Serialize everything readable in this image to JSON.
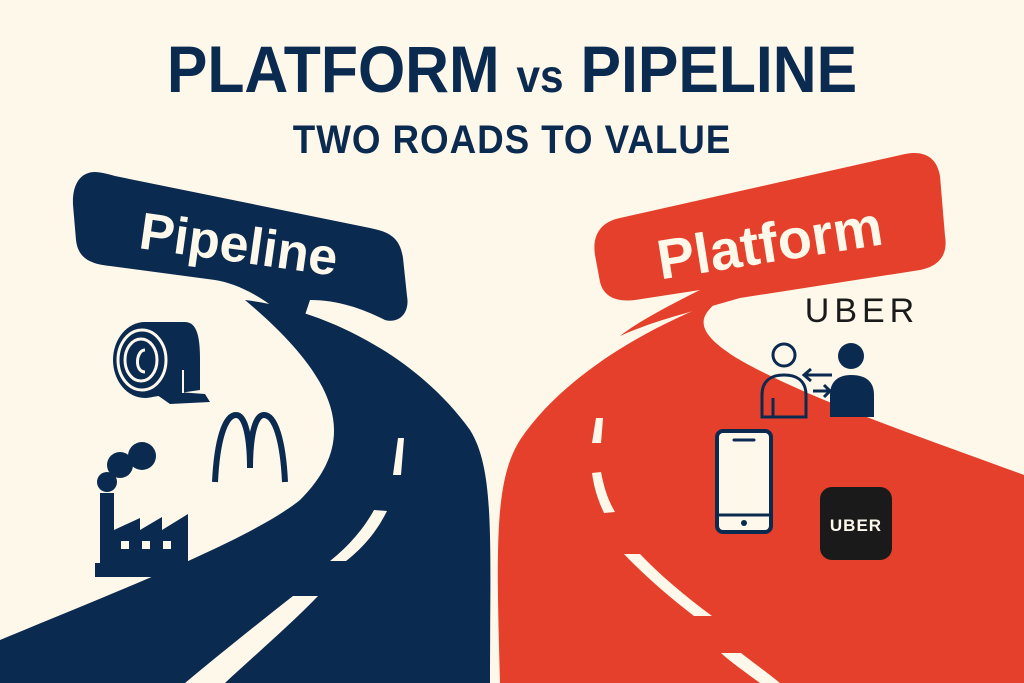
{
  "header": {
    "title_left": "PLATFORM",
    "title_vs": "vs",
    "title_right": "PIPELINE",
    "subtitle": "TWO ROADS TO VALUE"
  },
  "pipeline": {
    "label": "Pipeline",
    "color": "#0b2a4f",
    "icons": [
      "toilet-paper-roll-icon",
      "mcdonalds-arches-icon",
      "factory-icon"
    ]
  },
  "platform": {
    "label": "Platform",
    "color": "#e5402b",
    "wordmark": "UBER",
    "app_icon_label": "UBER",
    "icons": [
      "people-exchange-icon",
      "smartphone-icon",
      "uber-app-icon"
    ]
  },
  "colors": {
    "background": "#fdf8ea",
    "navy": "#0b2a4f",
    "red": "#e5402b",
    "black": "#1a1a1a"
  }
}
